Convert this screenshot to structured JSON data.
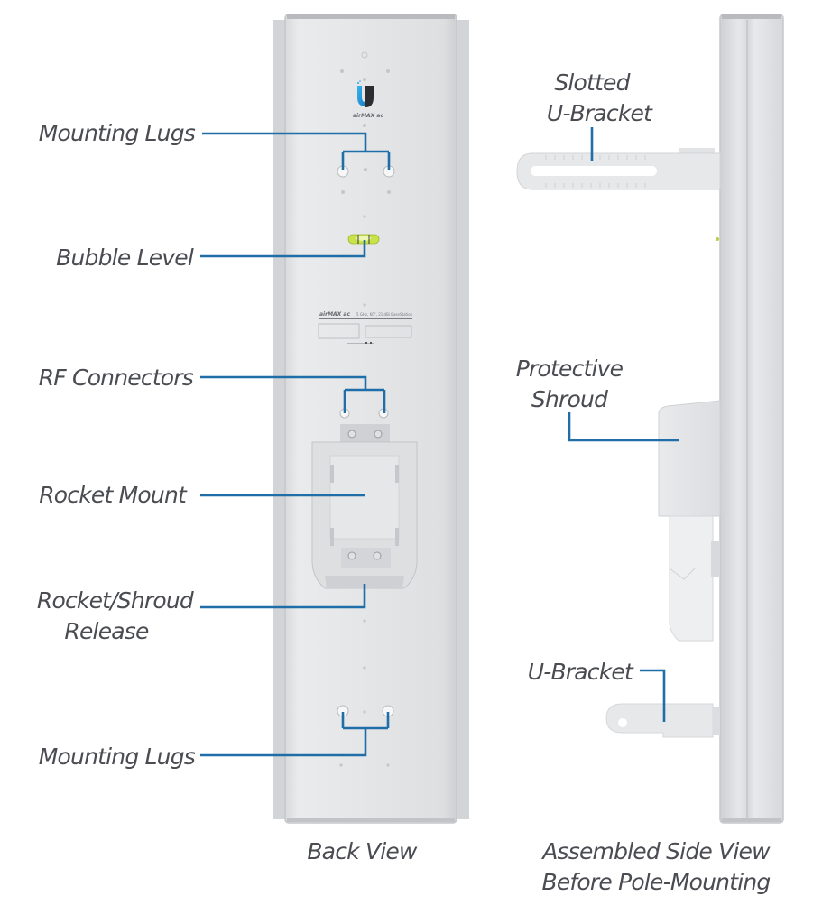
{
  "diagram": {
    "title": "Antenna back view and assembled side view",
    "brand": {
      "product_logo": "airMAX ac",
      "label_line": "5 GHz, 60°, 21 dBi BaseStation",
      "accent_color": "#1f6ea8",
      "logo_color": "#2aa3e8"
    },
    "back_view": {
      "caption": "Back View",
      "callouts": [
        {
          "id": "mounting-lugs-top",
          "label": "Mounting Lugs"
        },
        {
          "id": "bubble-level",
          "label": "Bubble Level"
        },
        {
          "id": "rf-connectors",
          "label": "RF Connectors"
        },
        {
          "id": "rocket-mount",
          "label": "Rocket Mount"
        },
        {
          "id": "rocket-shroud-release",
          "label_line1": "Rocket/Shroud",
          "label_line2": "Release"
        },
        {
          "id": "mounting-lugs-bottom",
          "label": "Mounting Lugs"
        }
      ]
    },
    "side_view": {
      "caption_line1": "Assembled Side View",
      "caption_line2": "Before Pole-Mounting",
      "callouts": [
        {
          "id": "slotted-u-bracket",
          "label_line1": "Slotted",
          "label_line2": "U-Bracket"
        },
        {
          "id": "protective-shroud",
          "label_line1": "Protective",
          "label_line2": "Shroud"
        },
        {
          "id": "u-bracket",
          "label": "U-Bracket"
        }
      ]
    }
  }
}
